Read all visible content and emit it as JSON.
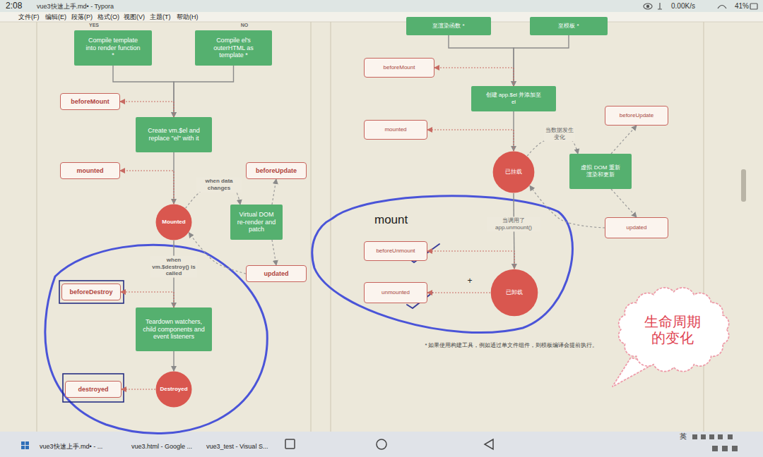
{
  "diagram": {
    "nodes": [
      {
        "text": [
          "Compile template into render function *"
        ]
      },
      {
        "text": [
          "Compile el's outerHTML as template *"
        ]
      },
      {
        "text": [
          "beforeMount"
        ]
      },
      {
        "text": [
          "Create vm.$el and replace \"el\" with it"
        ]
      },
      {
        "text": [
          "mounted"
        ]
      },
      {
        "text": [
          "beforeUpdate"
        ]
      },
      {
        "text": [
          "Mounted"
        ]
      },
      {
        "text": [
          "Virtual DOM re-render and patch"
        ]
      },
      {
        "text": [
          "updated"
        ]
      },
      {
        "text": [
          "beforeDestroy"
        ]
      },
      {
        "text": [
          "Teardown watchers, child components and event listeners"
        ]
      },
      {
        "text": [
          "destroyed"
        ]
      },
      {
        "text": [
          "Destroyed"
        ]
      },
      {
        "text": [
          "至渲染函数 *"
        ]
      },
      {
        "text": [
          "至模板 *"
        ]
      },
      {
        "text": [
          "beforeMount"
        ]
      },
      {
        "text": [
          "创建 app.$el 并添加至 el"
        ]
      },
      {
        "text": [
          "mounted"
        ]
      },
      {
        "text": [
          "beforeUpdate"
        ]
      },
      {
        "text": [
          "已挂载"
        ]
      },
      {
        "text": [
          "虚拟 DOM 重新渲染和更新"
        ]
      },
      {
        "text": [
          "updated"
        ]
      },
      {
        "text": [
          "beforeUnmount"
        ]
      },
      {
        "text": [
          "unmounted"
        ]
      },
      {
        "text": [
          "已卸载"
        ]
      },
      {
        "text": [
          "生命周期的变化"
        ]
      }
    ],
    "edges": [
      {
        "from": 0,
        "to": 3,
        "arrow": "to"
      },
      {
        "from": 1,
        "to": 3,
        "arrow": "to"
      },
      {
        "from": 3,
        "to": 2,
        "arrow": "to"
      },
      {
        "from": 3,
        "to": 6,
        "arrow": "to"
      },
      {
        "from": 6,
        "to": 4,
        "arrow": "to"
      },
      {
        "from": 6,
        "to": 7,
        "label": "when data changes",
        "arrow": "to"
      },
      {
        "from": 7,
        "to": 5,
        "arrow": "to"
      },
      {
        "from": 7,
        "to": 8,
        "arrow": "to"
      },
      {
        "from": 8,
        "to": 6,
        "arrow": "to"
      },
      {
        "from": 6,
        "to": 10,
        "label": "when vm.$destroy() is called",
        "arrow": "to"
      },
      {
        "from": 10,
        "to": 9,
        "arrow": "to"
      },
      {
        "from": 10,
        "to": 12,
        "arrow": "to"
      },
      {
        "from": 12,
        "to": 11,
        "arrow": "to"
      },
      {
        "from": 13,
        "to": 16,
        "arrow": "to"
      },
      {
        "from": 14,
        "to": 16,
        "arrow": "to"
      },
      {
        "from": 16,
        "to": 15,
        "arrow": "to"
      },
      {
        "from": 16,
        "to": 19,
        "arrow": "to"
      },
      {
        "from": 19,
        "to": 17,
        "arrow": "to"
      },
      {
        "from": 19,
        "to": 20,
        "label": "当数据发生变化",
        "arrow": "to"
      },
      {
        "from": 20,
        "to": 18,
        "arrow": "to"
      },
      {
        "from": 20,
        "to": 21,
        "arrow": "to"
      },
      {
        "from": 21,
        "to": 19,
        "arrow": "to"
      },
      {
        "from": 19,
        "to": 24,
        "label": "当调用了 app.unmount()",
        "arrow": "to"
      },
      {
        "from": 24,
        "to": 22,
        "arrow": "to"
      },
      {
        "from": 24,
        "to": 23,
        "arrow": "to"
      }
    ],
    "labels": [
      "2:08",
      "vue3快速上手.md• - Typora",
      "0.00K/s",
      "41%",
      "文件(F)",
      "编辑(E)",
      "段落(P)",
      "格式(O)",
      "视图(V)",
      "主题(T)",
      "帮助(H)",
      "YES",
      "NO",
      "mount",
      "+",
      "* 如果使用构建工具，例如通过单文件组件，则模板编译会提前执行。",
      "vue3快速上手.md• - ...",
      "vue3.html - Google ...",
      "vue3_test - Visual S...",
      "英"
    ]
  }
}
